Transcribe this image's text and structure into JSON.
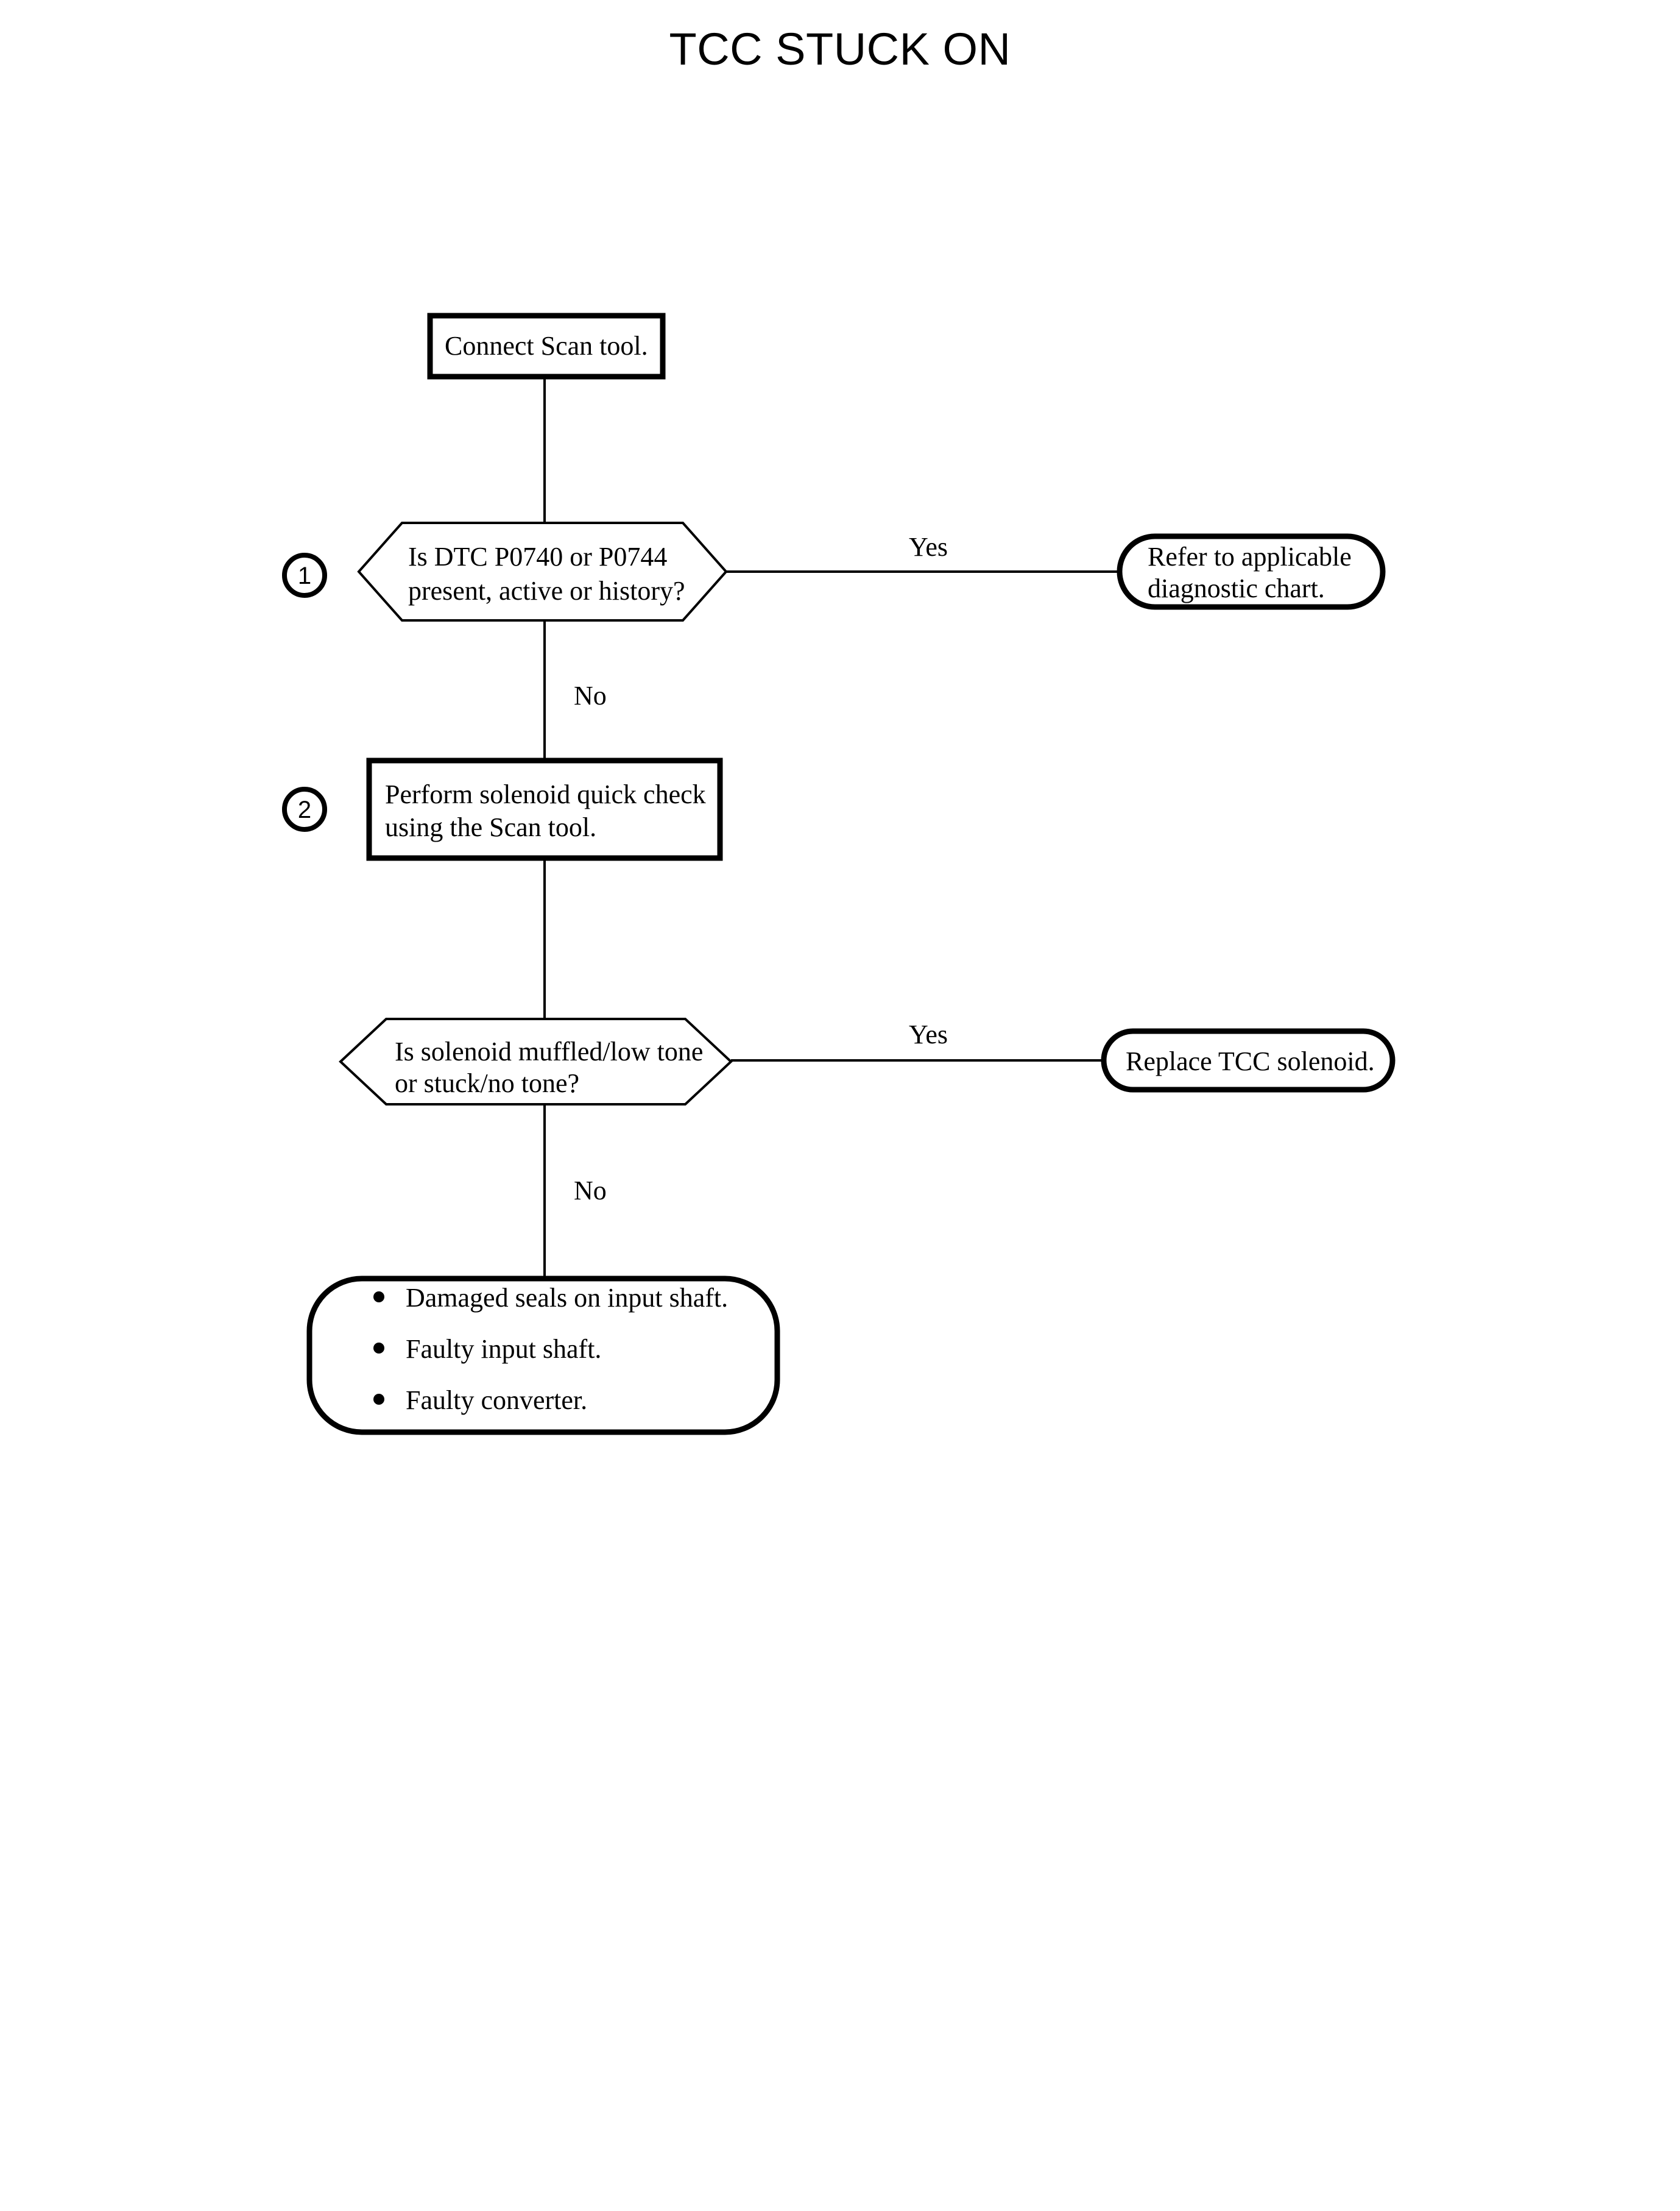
{
  "page": {
    "title": "TCC STUCK ON",
    "background_color": "#ffffff",
    "ink_color": "#000000"
  },
  "chart_data": {
    "type": "diagram",
    "diagram_kind": "flowchart",
    "title": "TCC STUCK ON",
    "nodes": [
      {
        "id": "n1",
        "shape": "process",
        "marker": null,
        "lines": [
          "Connect Scan tool."
        ]
      },
      {
        "id": "n2",
        "shape": "decision",
        "marker": "1",
        "lines": [
          "Is DTC P0740 or P0744",
          "present, active or history?"
        ]
      },
      {
        "id": "n3",
        "shape": "terminator",
        "marker": null,
        "lines": [
          "Refer to applicable",
          "diagnostic chart."
        ]
      },
      {
        "id": "n4",
        "shape": "process",
        "marker": "2",
        "lines": [
          "Perform solenoid quick check",
          "using the Scan tool."
        ]
      },
      {
        "id": "n5",
        "shape": "decision",
        "marker": null,
        "lines": [
          "Is solenoid muffled/low tone",
          "or stuck/no tone?"
        ]
      },
      {
        "id": "n6",
        "shape": "terminator",
        "marker": null,
        "lines": [
          "Replace TCC solenoid."
        ]
      },
      {
        "id": "n7",
        "shape": "terminator-list",
        "marker": null,
        "bullets": [
          "Damaged seals on input shaft.",
          "Faulty input shaft.",
          "Faulty converter."
        ]
      }
    ],
    "edges": [
      {
        "from": "n1",
        "to": "n2",
        "label": ""
      },
      {
        "from": "n2",
        "to": "n3",
        "label": "Yes"
      },
      {
        "from": "n2",
        "to": "n4",
        "label": "No"
      },
      {
        "from": "n4",
        "to": "n5",
        "label": ""
      },
      {
        "from": "n5",
        "to": "n6",
        "label": "Yes"
      },
      {
        "from": "n5",
        "to": "n7",
        "label": "No"
      }
    ]
  },
  "nodes": {
    "connect_scan_tool": {
      "line1": "Connect Scan tool."
    },
    "dtc_decision": {
      "marker": "1",
      "line1": "Is DTC P0740 or P0744",
      "line2": "present, active or history?"
    },
    "refer_chart": {
      "line1": "Refer to applicable",
      "line2": "diagnostic chart."
    },
    "solenoid_quick_check": {
      "marker": "2",
      "line1": "Perform solenoid quick check",
      "line2": "using the Scan tool."
    },
    "tone_decision": {
      "line1": "Is solenoid muffled/low tone",
      "line2": "or stuck/no tone?"
    },
    "replace_solenoid": {
      "line1": "Replace TCC solenoid."
    },
    "causes_list": {
      "bullet1": "Damaged seals on input shaft.",
      "bullet2": "Faulty input shaft.",
      "bullet3": "Faulty converter."
    }
  },
  "edge_labels": {
    "dtc_yes": "Yes",
    "dtc_no": "No",
    "tone_yes": "Yes",
    "tone_no": "No"
  }
}
